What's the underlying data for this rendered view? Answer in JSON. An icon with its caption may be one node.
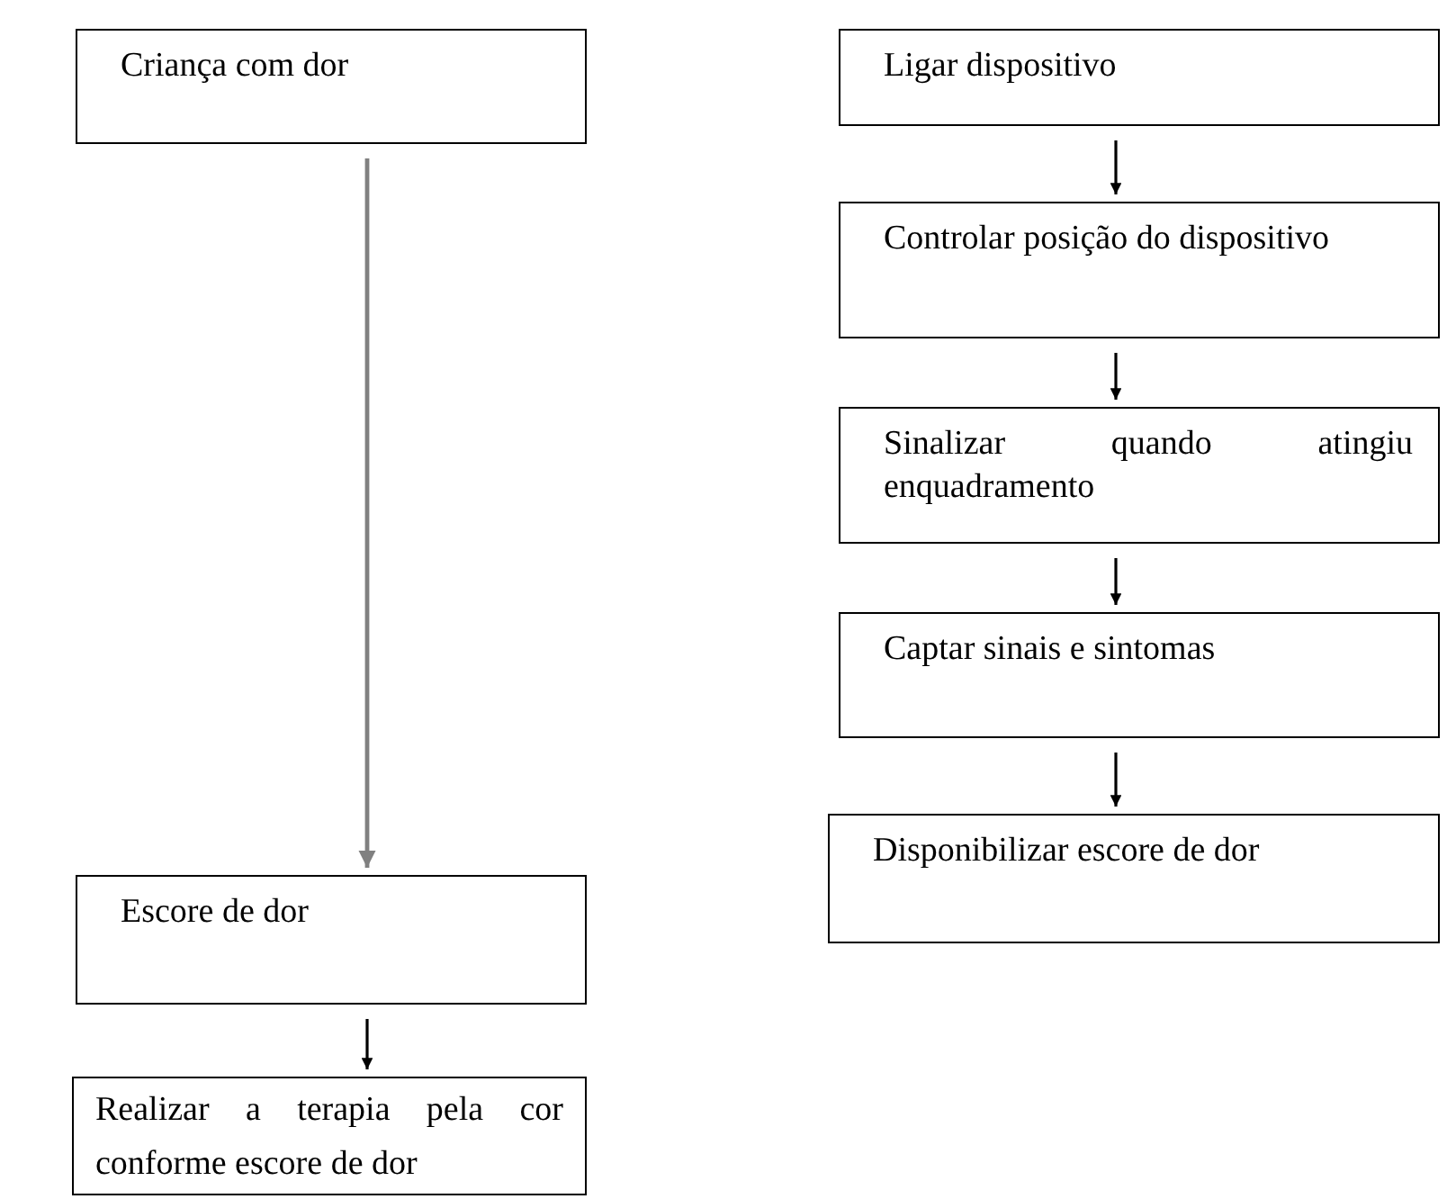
{
  "diagram": {
    "nodes": [
      {
        "text": [
          "Criança com dor"
        ]
      },
      {
        "text": [
          "Escore de dor"
        ]
      },
      {
        "text": [
          "Realizar a terapia pela cor conforme escore de dor"
        ]
      },
      {
        "text": [
          "Ligar dispositivo"
        ]
      },
      {
        "text": [
          "Controlar posição do dispositivo"
        ]
      },
      {
        "text": [
          "Sinalizar quando atingiu enquadramento"
        ]
      },
      {
        "text": [
          "Captar sinais e sintomas"
        ]
      },
      {
        "text": [
          "Disponibilizar escore de dor"
        ]
      }
    ],
    "edges": [
      {
        "from": 0,
        "to": 1,
        "arrow": "to",
        "color": "#808080"
      },
      {
        "from": 1,
        "to": 2,
        "arrow": "to"
      },
      {
        "from": 3,
        "to": 4,
        "arrow": "to"
      },
      {
        "from": 4,
        "to": 5,
        "arrow": "to"
      },
      {
        "from": 5,
        "to": 6,
        "arrow": "to"
      },
      {
        "from": 6,
        "to": 7,
        "arrow": "to"
      }
    ]
  }
}
